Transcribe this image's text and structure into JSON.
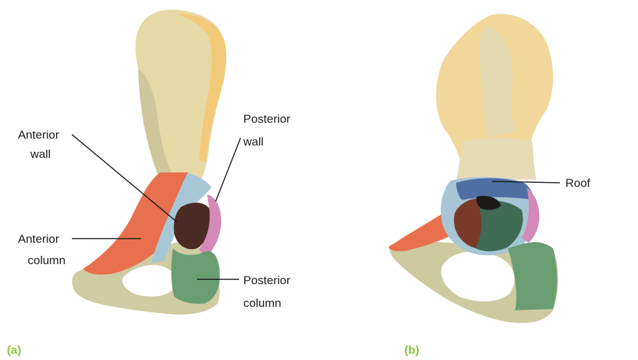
{
  "panels": {
    "a": {
      "caption": "(a)",
      "labels": {
        "anterior_wall": [
          "Anterior",
          "wall"
        ],
        "anterior_column": [
          "Anterior",
          "column"
        ],
        "posterior_wall": [
          "Posterior",
          "wall"
        ],
        "posterior_column": [
          "Posterior",
          "column"
        ]
      }
    },
    "b": {
      "caption": "(b)",
      "labels": {
        "roof": "Roof"
      }
    }
  },
  "colors": {
    "caption": "#8cc63f",
    "bone_upper": "#efd89a",
    "bone_lower": "#cfcca0",
    "bone_grey": "#b9b894",
    "anterior_column": "#e86f4f",
    "anterior_wall": "#9fc4d6",
    "posterior_wall": "#d38ab8",
    "posterior_column": "#5f9b6e",
    "roof": "#4f6fa3",
    "fossa": "#6b2f24"
  }
}
